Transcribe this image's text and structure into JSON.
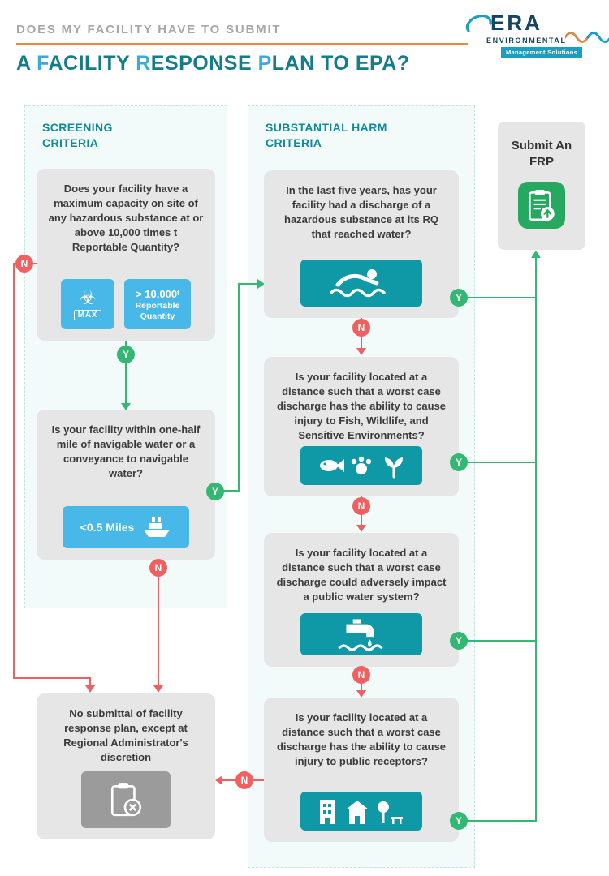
{
  "header": {
    "eyebrow": "DOES MY FACILITY HAVE TO SUBMIT",
    "title": {
      "p1": "A ",
      "h1": "F",
      "p2": "ACILITY ",
      "h2": "R",
      "p3": "ESPONSE ",
      "h3": "P",
      "p4": "LAN TO EPA?"
    },
    "logo": {
      "name": "ERA",
      "line1": "ENVIRONMENTAL",
      "line2": "Management Solutions"
    }
  },
  "columns": {
    "screening_title": "SCREENING CRITERIA",
    "substantial_title": "SUBSTANTIAL HARM CRITERIA"
  },
  "screening": {
    "q1": {
      "question": "Does your facility have a maximum capacity on site of any hazardous substance at or above 10,000 times t Reportable Quantity?",
      "hazard_glyph": "☣",
      "hazard_label": "MAX",
      "quantity_line1": "> 10,000ᵗ",
      "quantity_line2": "Reportable",
      "quantity_line3": "Quantity"
    },
    "q2": {
      "question": "Is your facility within one-half mile of navigable water or a conveyance to navigable water?",
      "distance_label": "<0.5 Miles"
    }
  },
  "substantial": {
    "q1": "In the last five years, has your facility had a discharge of a hazardous substance at its RQ that reached water?",
    "q2": "Is your facility located at a distance such that a worst case discharge has the ability to cause injury to Fish, Wildlife, and Sensitive Environments?",
    "q3": "Is your facility located at a distance such that a worst case discharge could adversely impact a public water system?",
    "q4": "Is your facility located at a distance such that a worst case discharge has the ability to cause injury to public receptors?"
  },
  "outcomes": {
    "submit": "Submit An FRP",
    "no_submit": "No submittal of facility response plan, except at Regional Administrator's discretion"
  },
  "labels": {
    "yes": "Y",
    "no": "N"
  },
  "colors": {
    "heading_teal": "#157c8c",
    "highlight_blue": "#3aabdd",
    "panel_title_teal": "#0e8c99",
    "tile_teal": "#0f98a5",
    "tile_blue": "#47b8e8",
    "green": "#33b873",
    "red": "#f15f5f",
    "orange_rule": "#ef8440",
    "frp_green": "#27a860"
  }
}
